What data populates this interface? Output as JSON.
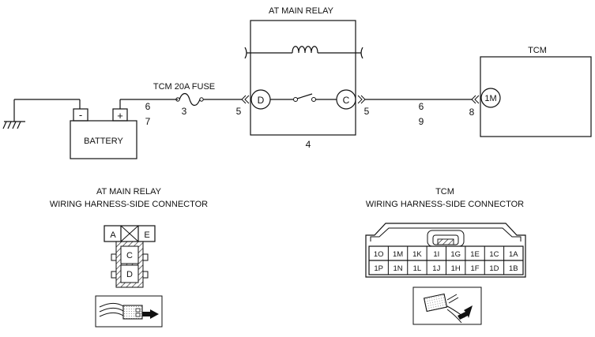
{
  "relay_box": {
    "title": "AT MAIN RELAY",
    "pin_d": "D",
    "pin_c": "C",
    "below_num": "4"
  },
  "tcm_box": {
    "title": "TCM",
    "pin": "1M"
  },
  "fuse": {
    "label": "TCM 20A FUSE",
    "num": "3"
  },
  "battery": {
    "label": "BATTERY",
    "neg": "-",
    "pos": "+"
  },
  "wire_numbers": {
    "bat_top": "6",
    "bat_bottom": "7",
    "relay_in": "5",
    "relay_out": "5",
    "mid_top": "6",
    "mid_bottom": "9",
    "tcm_in": "8"
  },
  "relay_connector": {
    "title_line1": "AT MAIN RELAY",
    "title_line2": "WIRING HARNESS-SIDE CONNECTOR",
    "pins": [
      "A",
      "E",
      "C",
      "D"
    ]
  },
  "tcm_connector": {
    "title_line1": "TCM",
    "title_line2": "WIRING HARNESS-SIDE CONNECTOR",
    "row1": [
      "1O",
      "1M",
      "1K",
      "1I",
      "1G",
      "1E",
      "1C",
      "1A"
    ],
    "row2": [
      "1P",
      "1N",
      "1L",
      "1J",
      "1H",
      "1F",
      "1D",
      "1B"
    ]
  }
}
